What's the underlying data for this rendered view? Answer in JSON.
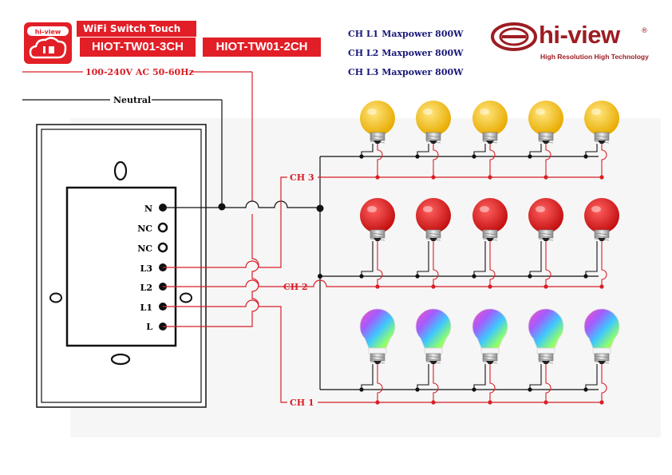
{
  "app": {
    "icon_name": "hiot-cloud-icon",
    "icon_text": "hi-view",
    "product_title": "WiFi Switch Touch",
    "models": [
      "HIOT-TW01-3CH",
      "HIOT-TW01-2CH"
    ],
    "supply_label": "100-240V AC 50-60Hz",
    "neutral_label": "Neutral"
  },
  "brand": {
    "name": "hi-view",
    "tagline": "High Resolution High Technology",
    "registered": "®"
  },
  "max_power": [
    "CH L1 Maxpower 800W",
    "CH L2 Maxpower 800W",
    "CH L3 Maxpower 800W"
  ],
  "channels": [
    "CH 3",
    "CH 2",
    "CH 1"
  ],
  "terminals": [
    "N",
    "NC",
    "NC",
    "L3",
    "L2",
    "L1",
    "L"
  ],
  "bulb_rows": [
    {
      "channel": "CH 3",
      "kind": "yellow-bulb",
      "color": "#f5c21b",
      "count": 5
    },
    {
      "channel": "CH 2",
      "kind": "red-bulb",
      "color": "#e31c1c",
      "count": 5
    },
    {
      "channel": "CH 1",
      "kind": "rgb-bulb",
      "color": "#ffffff",
      "count": 5
    }
  ],
  "colors": {
    "wire_red": "#d81f26",
    "wire_black": "#111111",
    "brand_red": "#e21e26"
  }
}
